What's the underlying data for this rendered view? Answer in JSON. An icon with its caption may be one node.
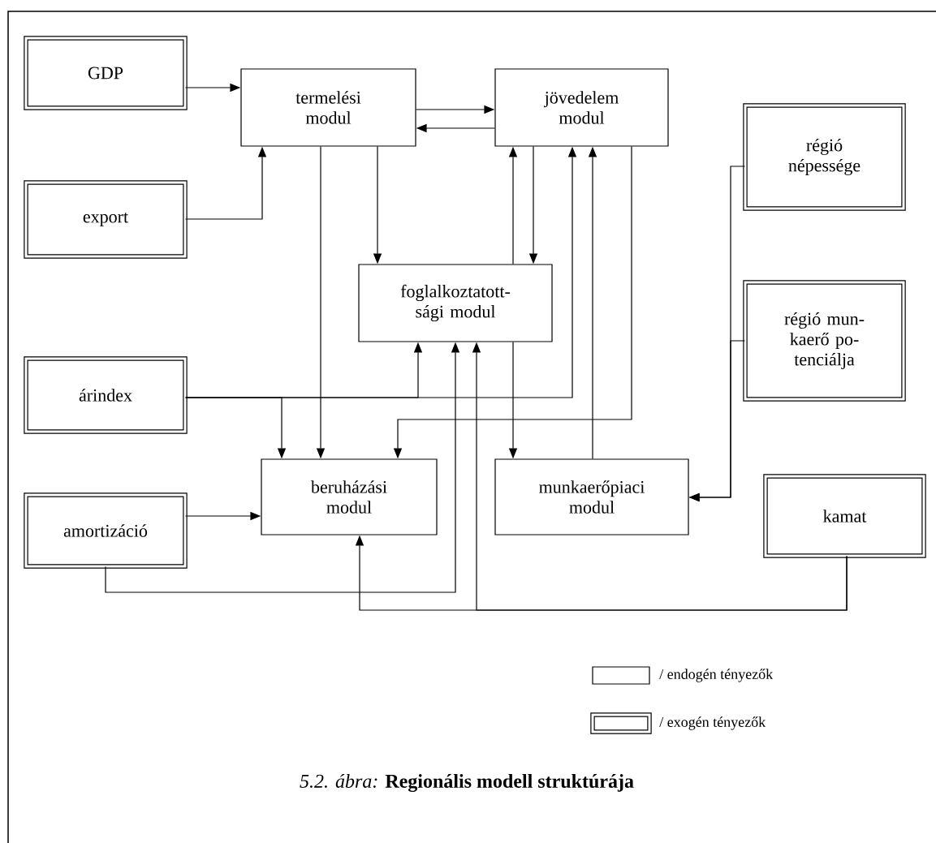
{
  "diagram": {
    "caption": "*5.2.  ábra:* **Regionális modell struktúrája**",
    "nodes": [
      {
        "text": [
          "GDP"
        ]
      },
      {
        "text": [
          "termelési modul"
        ]
      },
      {
        "text": [
          "jövedelem modul"
        ]
      },
      {
        "text": [
          "régió népessége"
        ]
      },
      {
        "text": [
          "export"
        ]
      },
      {
        "text": [
          "foglalkoztatott-sági modul"
        ]
      },
      {
        "text": [
          "régió mun-kaerő po-tenciálja"
        ]
      },
      {
        "text": [
          "árindex"
        ]
      },
      {
        "text": [
          "beruházási modul"
        ]
      },
      {
        "text": [
          "munkaerőpiaci modul"
        ]
      },
      {
        "text": [
          "amortizáció"
        ]
      },
      {
        "text": [
          "kamat"
        ]
      }
    ],
    "edges": [
      {
        "from": 0,
        "to": 1,
        "arrow": "to"
      },
      {
        "from": 4,
        "to": 1,
        "arrow": "to"
      },
      {
        "from": 1,
        "to": 2,
        "arrow": "to"
      },
      {
        "from": 2,
        "to": 1,
        "arrow": "to"
      },
      {
        "from": 1,
        "to": 8,
        "arrow": "to"
      },
      {
        "from": 1,
        "to": 5,
        "arrow": "to"
      },
      {
        "from": 5,
        "to": 2,
        "arrow": "to"
      },
      {
        "from": 2,
        "to": 5,
        "arrow": "to"
      },
      {
        "from": 7,
        "to": 5,
        "arrow": "to"
      },
      {
        "from": 7,
        "to": 2,
        "arrow": "to"
      },
      {
        "from": 7,
        "to": 8,
        "arrow": "to"
      },
      {
        "from": 2,
        "to": 8,
        "arrow": "to"
      },
      {
        "from": 5,
        "to": 9,
        "arrow": "to"
      },
      {
        "from": 9,
        "to": 2,
        "arrow": "to"
      },
      {
        "from": 3,
        "to": 9,
        "arrow": "to"
      },
      {
        "from": 6,
        "to": 9,
        "arrow": "to"
      },
      {
        "from": 10,
        "to": 8,
        "arrow": "to"
      },
      {
        "from": 10,
        "to": 5,
        "arrow": "to"
      },
      {
        "from": 11,
        "to": 8,
        "arrow": "to"
      },
      {
        "from": 11,
        "to": 5,
        "arrow": "to"
      }
    ],
    "legend": [
      {
        "text": "/ endogén tényezők"
      },
      {
        "text": "/ exogén tényezők"
      }
    ]
  }
}
